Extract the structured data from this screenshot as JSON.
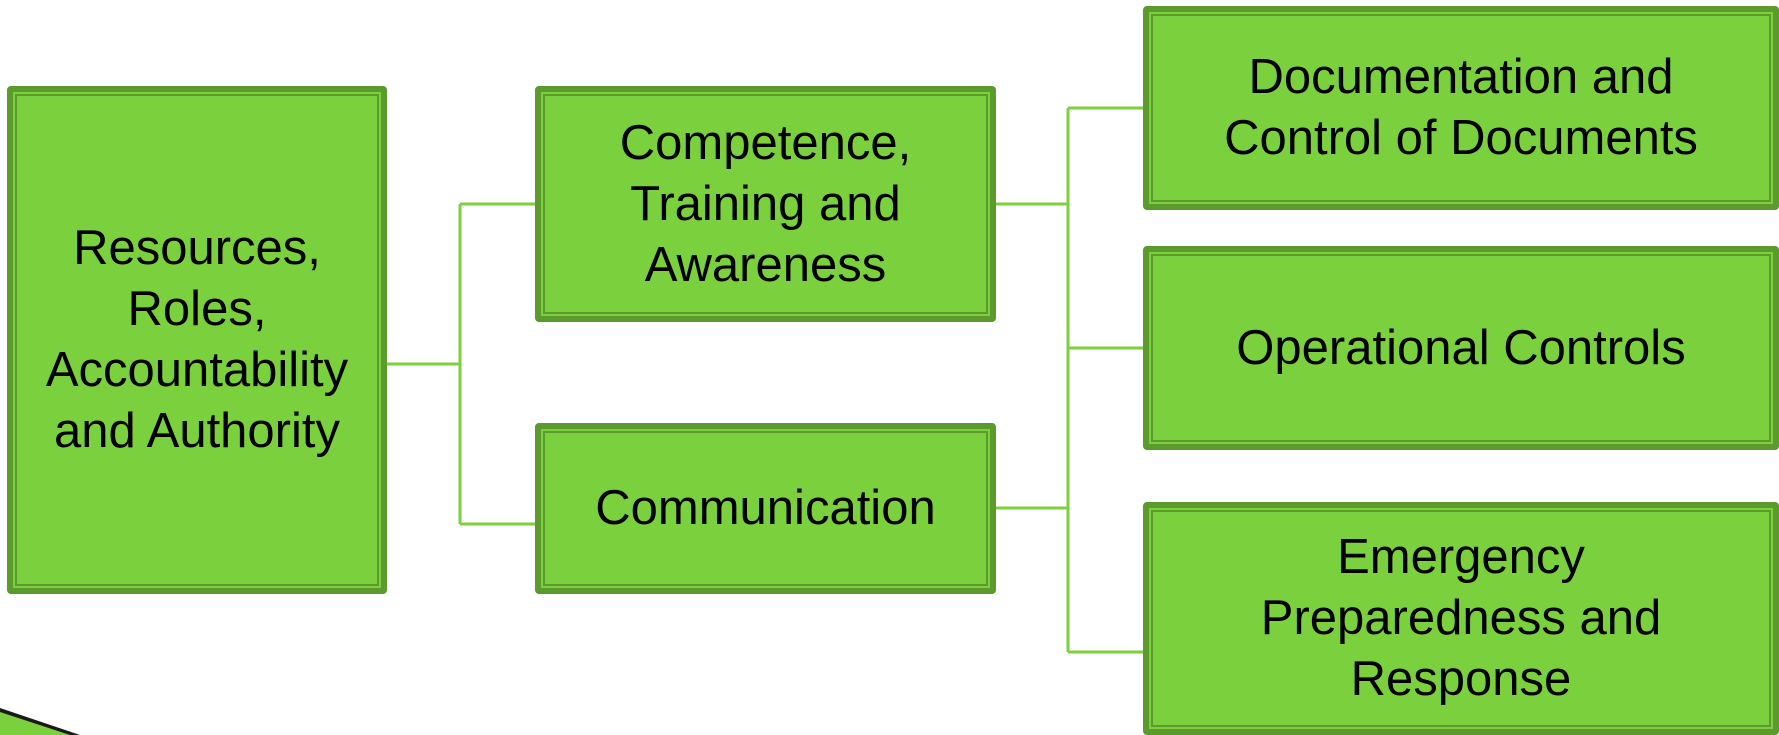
{
  "diagram": {
    "nodes": [
      {
        "id": "root",
        "label": "Resources,\nRoles,\nAccountability\nand Authority"
      },
      {
        "id": "competence",
        "label": "Competence,\nTraining and\nAwareness"
      },
      {
        "id": "communication",
        "label": "Communication"
      },
      {
        "id": "documentation",
        "label": "Documentation and\nControl of Documents"
      },
      {
        "id": "operational",
        "label": "Operational Controls"
      },
      {
        "id": "emergency",
        "label": "Emergency\nPreparedness and\nResponse"
      }
    ],
    "edges": [
      {
        "from": "root",
        "to": "competence"
      },
      {
        "from": "root",
        "to": "communication"
      },
      {
        "from": "competence",
        "to": "documentation"
      },
      {
        "from": "competence",
        "to": "operational"
      },
      {
        "from": "competence",
        "to": "emergency"
      },
      {
        "from": "communication",
        "to": "documentation"
      },
      {
        "from": "communication",
        "to": "operational"
      },
      {
        "from": "communication",
        "to": "emergency"
      }
    ],
    "colors": {
      "box_fill": "#7bd13d",
      "box_border": "#5c9a2e",
      "connector": "#7bd13d",
      "text": "#000000"
    }
  }
}
